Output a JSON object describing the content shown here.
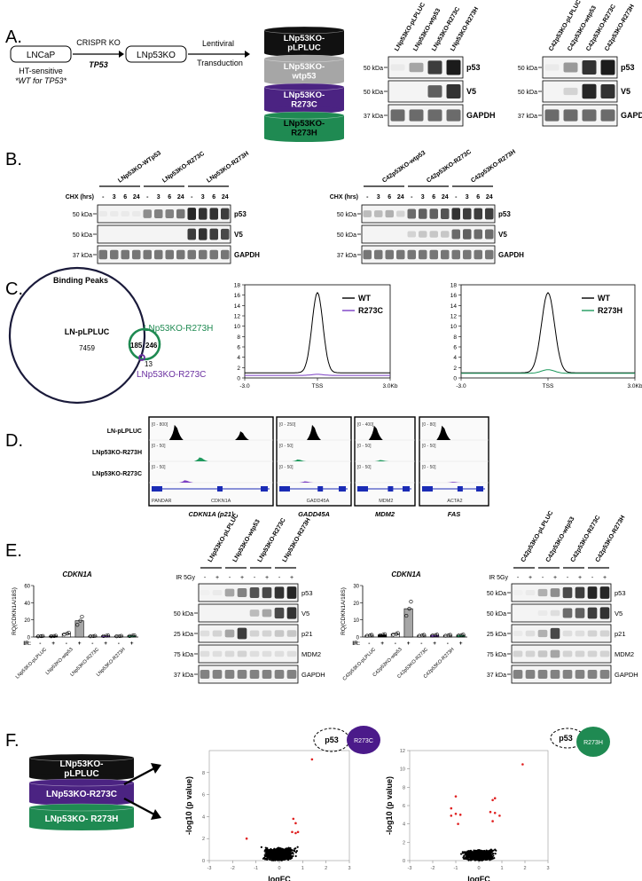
{
  "figure": {
    "panels": {
      "A": {
        "letter": "A.",
        "flow": {
          "lncap": "LNCaP",
          "ht_line1": "HT-sensitive",
          "ht_line2": "*WT for TP53*",
          "crispr_label": "CRISPR KO",
          "tp53": "TP53",
          "lnp53ko": "LNp53KO",
          "lenti_line1": "Lentiviral",
          "lenti_line2": "Transduction"
        },
        "cylinders": [
          {
            "line1": "LNp53KO-",
            "line2": "pLPLUC",
            "color": "#111111",
            "text_color": "#ffffff"
          },
          {
            "line1": "LNp53KO-",
            "line2": "wtp53",
            "color": "#a6a6a6",
            "text_color": "#ffffff"
          },
          {
            "line1": "LNp53KO-",
            "line2": "R273C",
            "color": "#4b2382",
            "text_color": "#ffffff"
          },
          {
            "line1": "LNp53KO-",
            "line2": "R273H",
            "color": "#1f8a52",
            "text_color": "#000000"
          }
        ],
        "blot_left": {
          "lanes": [
            "LNp53KO-pLPLUC",
            "LNp53KO-wtp53",
            "LNp53KO-R273C",
            "LNp53KO-R273H"
          ],
          "rows": [
            {
              "marker": "50 kDa",
              "label": "p53",
              "bands": [
                0.05,
                0.35,
                0.8,
                0.95
              ]
            },
            {
              "marker": "50 kDa",
              "label": "V5",
              "bands": [
                0.0,
                0.0,
                0.65,
                0.85
              ]
            },
            {
              "marker": "37 kDa",
              "label": "GAPDH",
              "bands": [
                0.6,
                0.6,
                0.6,
                0.6
              ]
            }
          ]
        },
        "blot_right": {
          "lanes": [
            "C42p53KO-pLPLUC",
            "C42p53KO-wtp53",
            "C42p53KO-R273C",
            "C42p53KO-R273H"
          ],
          "rows": [
            {
              "marker": "50 kDa",
              "label": "p53",
              "bands": [
                0.05,
                0.4,
                0.85,
                0.95
              ]
            },
            {
              "marker": "50 kDa",
              "label": "V5",
              "bands": [
                0.0,
                0.15,
                0.9,
                0.85
              ]
            },
            {
              "marker": "37 kDa",
              "label": "GAPDH",
              "bands": [
                0.6,
                0.6,
                0.6,
                0.6
              ]
            }
          ]
        }
      },
      "B": {
        "letter": "B.",
        "left": {
          "groups": [
            "LNp53KO-WTp53",
            "LNp53KO-R273C",
            "LNp53KO-R273H"
          ],
          "chx_label": "CHX (hrs)",
          "timepoints": [
            "-",
            "3",
            "6",
            "24"
          ],
          "rows": [
            {
              "marker": "50 kDa",
              "label": "p53",
              "bands": [
                0.05,
                0.05,
                0.05,
                0.05,
                0.45,
                0.5,
                0.5,
                0.55,
                0.9,
                0.85,
                0.85,
                0.8
              ]
            },
            {
              "marker": "50 kDa",
              "label": "V5",
              "bands": [
                0,
                0,
                0,
                0,
                0,
                0,
                0,
                0,
                0.8,
                0.85,
                0.8,
                0.75
              ]
            },
            {
              "marker": "37 kDa",
              "label": "GAPDH",
              "bands": [
                0.55,
                0.55,
                0.55,
                0.55,
                0.55,
                0.55,
                0.55,
                0.55,
                0.55,
                0.55,
                0.55,
                0.55
              ]
            }
          ]
        },
        "right": {
          "groups": [
            "C42p53KO-wtp53",
            "C42p53KO-R273C",
            "C42p53KO-R273H"
          ],
          "chx_label": "CHX (hrs)",
          "timepoints": [
            "-",
            "3",
            "6",
            "24"
          ],
          "rows": [
            {
              "marker": "50 kDa",
              "label": "p53",
              "bands": [
                0.25,
                0.25,
                0.3,
                0.15,
                0.6,
                0.65,
                0.65,
                0.7,
                0.85,
                0.8,
                0.8,
                0.8
              ]
            },
            {
              "marker": "50 kDa",
              "label": "V5",
              "bands": [
                0,
                0,
                0,
                0,
                0.15,
                0.2,
                0.2,
                0.2,
                0.6,
                0.65,
                0.6,
                0.6
              ]
            },
            {
              "marker": "37 kDa",
              "label": "GAPDH",
              "bands": [
                0.55,
                0.55,
                0.55,
                0.55,
                0.55,
                0.55,
                0.55,
                0.55,
                0.55,
                0.55,
                0.55,
                0.55
              ]
            }
          ]
        }
      },
      "C": {
        "letter": "C.",
        "venn": {
          "title": "Binding Peaks",
          "big_label": "LN-pLPLUC",
          "big_count": "7459",
          "overlap_count": "185",
          "green_count": "246",
          "purple_count": "13",
          "green_label": "LNp53KO-R273H",
          "purple_label": "LNp53KO-R273C",
          "green_color": "#1f8a52",
          "purple_color": "#6a2fa0"
        }
      },
      "D": {
        "letter": "D.",
        "tracks": [
          "LN-pLPLUC",
          "LNp53KO-R273H",
          "LNp53KO-R273C"
        ],
        "loci": [
          {
            "title": "CDKN1A (p21)",
            "ranges": [
              "[0 - 800]",
              "[0 - 50]",
              "[0 - 50]"
            ],
            "genes": [
              "PANDAR",
              "CDKN1A"
            ]
          },
          {
            "title": "GADD45A",
            "ranges": [
              "[0 - 250]",
              "[0 - 50]",
              "[0 - 50]"
            ],
            "genes": [
              "GADD45A"
            ]
          },
          {
            "title": "MDM2",
            "ranges": [
              "[0 - 400]",
              "[0 - 50]",
              "[0 - 50]"
            ],
            "genes": [
              "MDM2"
            ]
          },
          {
            "title": "FAS",
            "ranges": [
              "[0 - 80]",
              "[0 - 50]",
              "[0 - 50]"
            ],
            "genes": [
              "ACTA2"
            ]
          }
        ]
      },
      "E": {
        "letter": "E.",
        "ir_label": "IR 5Gy",
        "ir_axis_label": "IR:",
        "ir_states": [
          "-",
          "+"
        ],
        "blot_left": {
          "lanes": [
            "LNp53KO-pLPLUC",
            "LNp53KO-wtp53",
            "LNp53KO-R273C",
            "LNp53KO-R273H"
          ],
          "rows": [
            {
              "marker": "",
              "label": "p53",
              "bands": [
                0.02,
                0.05,
                0.35,
                0.5,
                0.7,
                0.75,
                0.85,
                0.9
              ]
            },
            {
              "marker": "50 kDa",
              "label": "V5",
              "bands": [
                0,
                0,
                0,
                0,
                0.25,
                0.35,
                0.75,
                0.85
              ]
            },
            {
              "marker": "25 kDa",
              "label": "p21",
              "bands": [
                0.1,
                0.15,
                0.35,
                0.8,
                0.15,
                0.15,
                0.2,
                0.2
              ]
            },
            {
              "marker": "75 kDa",
              "label": "MDM2",
              "bands": [
                0.1,
                0.1,
                0.12,
                0.15,
                0.1,
                0.1,
                0.1,
                0.1
              ]
            },
            {
              "marker": "37 kDa",
              "label": "GAPDH",
              "bands": [
                0.5,
                0.5,
                0.5,
                0.5,
                0.5,
                0.5,
                0.5,
                0.5
              ]
            }
          ]
        },
        "blot_right": {
          "lanes": [
            "C42p53KO-pLPLUC",
            "C42p53KO-wtp53",
            "C42p53KO-R273C",
            "C42p53KO-R273H"
          ],
          "rows": [
            {
              "marker": "50 kDa",
              "label": "p53",
              "bands": [
                0.02,
                0.05,
                0.3,
                0.45,
                0.75,
                0.8,
                0.9,
                0.9
              ]
            },
            {
              "marker": "50 kDa",
              "label": "V5",
              "bands": [
                0,
                0,
                0.05,
                0.1,
                0.6,
                0.65,
                0.8,
                0.85
              ]
            },
            {
              "marker": "25 kDa",
              "label": "p21",
              "bands": [
                0.05,
                0.1,
                0.3,
                0.75,
                0.1,
                0.1,
                0.15,
                0.15
              ]
            },
            {
              "marker": "75 kDa",
              "label": "MDM2",
              "bands": [
                0.15,
                0.15,
                0.2,
                0.35,
                0.15,
                0.15,
                0.15,
                0.15
              ]
            },
            {
              "marker": "37 kDa",
              "label": "GAPDH",
              "bands": [
                0.5,
                0.5,
                0.5,
                0.5,
                0.5,
                0.5,
                0.5,
                0.5
              ]
            }
          ]
        }
      },
      "F": {
        "letter": "F.",
        "cylinders": [
          {
            "line1": "LNp53KO-",
            "line2": "pLPLUC",
            "color": "#111111"
          },
          {
            "line1": "LNp53KO-R273C",
            "line2": "",
            "color": "#4b2382"
          },
          {
            "line1": "LNp53KO- R273H",
            "line2": "",
            "color": "#1f8a52"
          }
        ],
        "left_icon": {
          "p53": "p53",
          "mut": "R273C",
          "color": "#4b1a8a"
        },
        "right_icon": {
          "p53": "p53",
          "mut": "R273H",
          "color": "#1f8a52"
        }
      }
    }
  },
  "chart_data": [
    {
      "type": "line",
      "x": [
        "-3.0",
        "TSS",
        "3.0Kb"
      ],
      "ylim": [
        0,
        18
      ],
      "yticks": [
        0,
        2,
        4,
        6,
        8,
        10,
        12,
        14,
        16,
        18
      ],
      "series": [
        {
          "name": "WT",
          "color": "#000000",
          "peak": 16.5,
          "baseline": 1.0
        },
        {
          "name": "R273C",
          "color": "#7b3fc4",
          "peak": 0.7,
          "baseline": 0.5
        }
      ]
    },
    {
      "type": "line",
      "x": [
        "-3.0",
        "TSS",
        "3.0Kb"
      ],
      "ylim": [
        0,
        18
      ],
      "yticks": [
        0,
        2,
        4,
        6,
        8,
        10,
        12,
        14,
        16,
        18
      ],
      "series": [
        {
          "name": "WT",
          "color": "#000000",
          "peak": 16.5,
          "baseline": 1.0
        },
        {
          "name": "R273H",
          "color": "#1f9a5e",
          "peak": 1.6,
          "baseline": 0.9
        }
      ]
    },
    {
      "type": "bar",
      "title": "CDKN1A",
      "ylabel": "RQ(CDKN1A/18S)",
      "ylim": [
        0,
        60
      ],
      "yticks": [
        0,
        20,
        40,
        60
      ],
      "categories": [
        "LNp53KO-pLPLUC",
        "LNp53KO-wtp53",
        "LNp53KO-R273C",
        "LNp53KO-R273H"
      ],
      "values": [
        1,
        1.2,
        4,
        19,
        1.1,
        1.5,
        1.1,
        1.6
      ],
      "ir": [
        "-",
        "+",
        "-",
        "+",
        "-",
        "+",
        "-",
        "+"
      ],
      "colors": [
        "#ffffff",
        "#000000",
        "#ffffff",
        "#a6a6a6",
        "#ffffff",
        "#7b3fc4",
        "#ffffff",
        "#1f9a5e"
      ]
    },
    {
      "type": "bar",
      "title": "CDKN1A",
      "ylabel": "RQ(CDKN1A/18S)",
      "ylim": [
        0,
        30
      ],
      "yticks": [
        0,
        10,
        20,
        30
      ],
      "categories": [
        "C42p53KO-pLPLUC",
        "C42p53KO-wtp53",
        "C42p53KO-R273C",
        "C42p53KO-R273H"
      ],
      "values": [
        1,
        1.3,
        1.8,
        16.5,
        1,
        1.1,
        1,
        1.1
      ],
      "ir": [
        "-",
        "+",
        "-",
        "+",
        "-",
        "+",
        "-",
        "+"
      ],
      "colors": [
        "#ffffff",
        "#000000",
        "#ffffff",
        "#a6a6a6",
        "#ffffff",
        "#7b3fc4",
        "#ffffff",
        "#1f9a5e"
      ]
    },
    {
      "type": "scatter",
      "xlabel": "logFC",
      "ylabel": "-log10 (p value)",
      "xlim": [
        -3,
        3
      ],
      "ylim": [
        0,
        10
      ],
      "xticks": [
        -3,
        -2,
        -1,
        0,
        1,
        2,
        3
      ],
      "yticks": [
        0,
        2,
        4,
        6,
        8
      ],
      "highlighted": [
        [
          1.4,
          9.2
        ],
        [
          0.6,
          3.8
        ],
        [
          0.7,
          3.4
        ],
        [
          0.55,
          2.6
        ],
        [
          -1.4,
          2.0
        ],
        [
          0.8,
          2.6
        ],
        [
          0.7,
          2.5
        ]
      ]
    },
    {
      "type": "scatter",
      "xlabel": "logFC",
      "ylabel": "-log10 (p value)",
      "xlim": [
        -3,
        3
      ],
      "ylim": [
        0,
        12
      ],
      "xticks": [
        -3,
        -2,
        -1,
        0,
        1,
        2,
        3
      ],
      "yticks": [
        0,
        2,
        4,
        6,
        8,
        10,
        12
      ],
      "highlighted": [
        [
          1.9,
          10.5
        ],
        [
          -1.0,
          7.0
        ],
        [
          -1.2,
          5.7
        ],
        [
          0.6,
          6.6
        ],
        [
          0.7,
          6.8
        ],
        [
          0.5,
          5.3
        ],
        [
          -1.0,
          5.1
        ],
        [
          -0.8,
          5.0
        ],
        [
          -1.2,
          4.9
        ],
        [
          0.7,
          5.2
        ],
        [
          0.9,
          4.9
        ],
        [
          -0.9,
          4.0
        ],
        [
          0.6,
          4.3
        ]
      ]
    }
  ]
}
